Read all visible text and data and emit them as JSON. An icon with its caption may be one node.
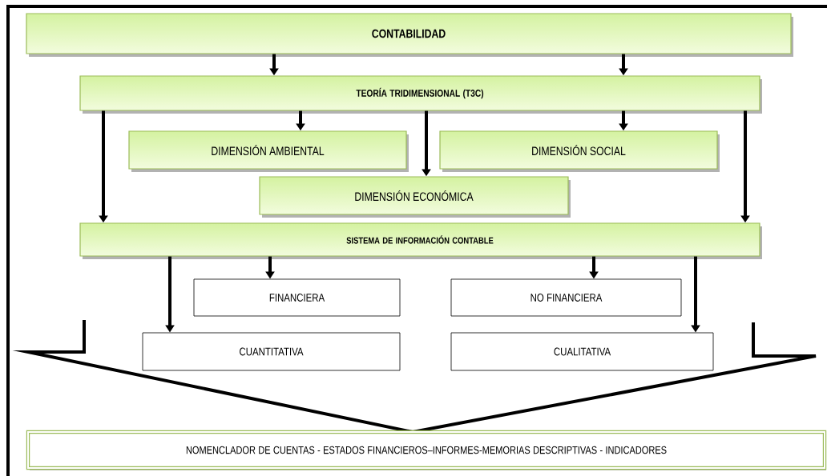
{
  "diagram": {
    "nodes": [
      {
        "text": [
          "CONTABILIDAD"
        ]
      },
      {
        "text": [
          "TEORÍA TRIDIMENSIONAL (T3C)"
        ]
      },
      {
        "text": [
          "DIMENSIÓN AMBIENTAL"
        ]
      },
      {
        "text": [
          "DIMENSIÓN SOCIAL"
        ]
      },
      {
        "text": [
          "DIMENSIÓN ECONÓMICA"
        ]
      },
      {
        "text": [
          "SISTEMA DE INFORMACIÓN CONTABLE"
        ]
      },
      {
        "text": [
          "FINANCIERA"
        ]
      },
      {
        "text": [
          "NO FINANCIERA"
        ]
      },
      {
        "text": [
          "CUANTITATIVA"
        ]
      },
      {
        "text": [
          "CUALITATIVA"
        ]
      },
      {
        "text": [
          "NOMENCLADOR DE CUENTAS - ESTADOS FINANCIEROS–INFORMES-MEMORIAS DESCRIPTIVAS - INDICADORES"
        ]
      }
    ],
    "edges": [
      {
        "from": 0,
        "to": 1,
        "arrow": "to"
      },
      {
        "from": 0,
        "to": 1,
        "arrow": "to"
      },
      {
        "from": 1,
        "to": 2,
        "arrow": "to"
      },
      {
        "from": 1,
        "to": 4,
        "arrow": "to"
      },
      {
        "from": 1,
        "to": 3,
        "arrow": "to"
      },
      {
        "from": 1,
        "to": 5,
        "arrow": "to"
      },
      {
        "from": 1,
        "to": 5,
        "arrow": "to"
      },
      {
        "from": 5,
        "to": 6,
        "arrow": "to"
      },
      {
        "from": 5,
        "to": 7,
        "arrow": "to"
      },
      {
        "from": 5,
        "to": 8,
        "arrow": "to"
      },
      {
        "from": 5,
        "to": 9,
        "arrow": "to"
      }
    ]
  }
}
